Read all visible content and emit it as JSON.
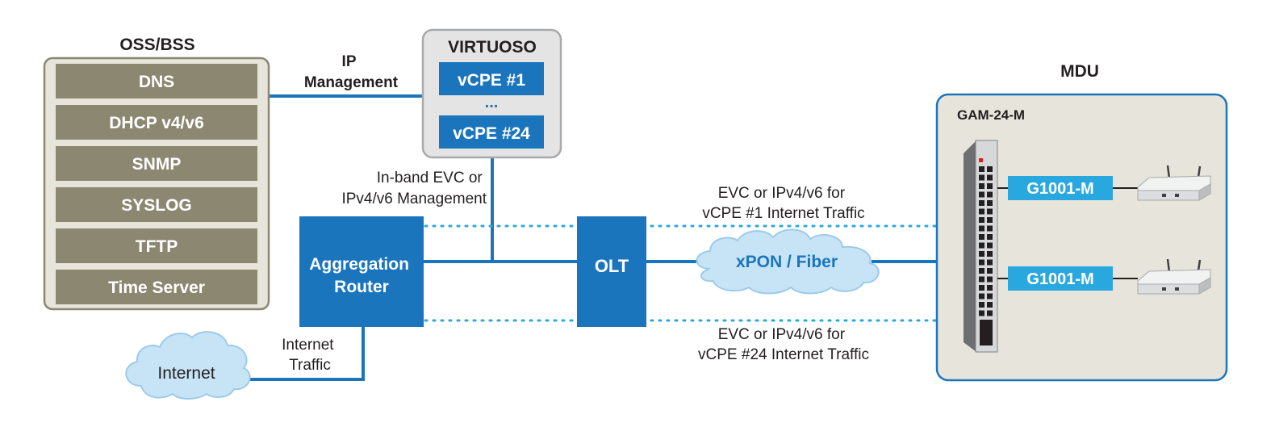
{
  "oss_bss": {
    "title": "OSS/BSS",
    "services": [
      "DNS",
      "DHCP v4/v6",
      "SNMP",
      "SYSLOG",
      "TFTP",
      "Time Server"
    ]
  },
  "virtuoso": {
    "title": "VIRTUOSO",
    "vcpe_first": "vCPE #1",
    "ellipsis": "...",
    "vcpe_last": "vCPE #24"
  },
  "links": {
    "ip_management": [
      "IP",
      "Management"
    ],
    "inband": [
      "In-band EVC or",
      "IPv4/v6 Management"
    ],
    "internet_traffic": [
      "Internet",
      "Traffic"
    ],
    "evc_top": [
      "EVC or IPv4/v6 for",
      "vCPE #1 Internet Traffic"
    ],
    "evc_bottom": [
      "EVC or IPv4/v6 for",
      "vCPE #24 Internet Traffic"
    ]
  },
  "aggregation_router": [
    "Aggregation",
    "Router"
  ],
  "olt": "OLT",
  "xpon": "xPON / Fiber",
  "internet": "Internet",
  "mdu": {
    "title": "MDU",
    "device": "GAM-24-M",
    "units": [
      "G1001-M",
      "G1001-M"
    ]
  },
  "colors": {
    "blue": "#1b75bc",
    "light_blue": "#29a8df",
    "olive": "#8c8771",
    "panel_bg": "#e6e4db",
    "cloud": "#c7e4f6"
  }
}
